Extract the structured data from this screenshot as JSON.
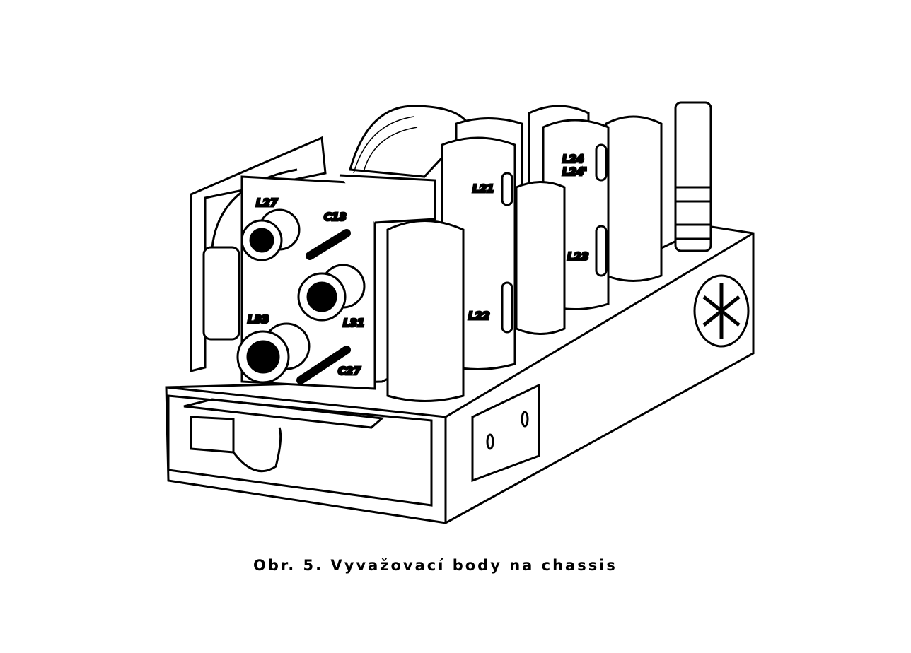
{
  "figure": {
    "caption": "Obr. 5. Vyvažovací body na chassis",
    "labels": {
      "L27": "L27",
      "C13": "C13",
      "L33": "L33",
      "L31": "L31",
      "C27": "C27",
      "L21": "L21",
      "L22": "L22",
      "L24": "L24",
      "L24p": "L24'",
      "L23": "L23"
    }
  }
}
